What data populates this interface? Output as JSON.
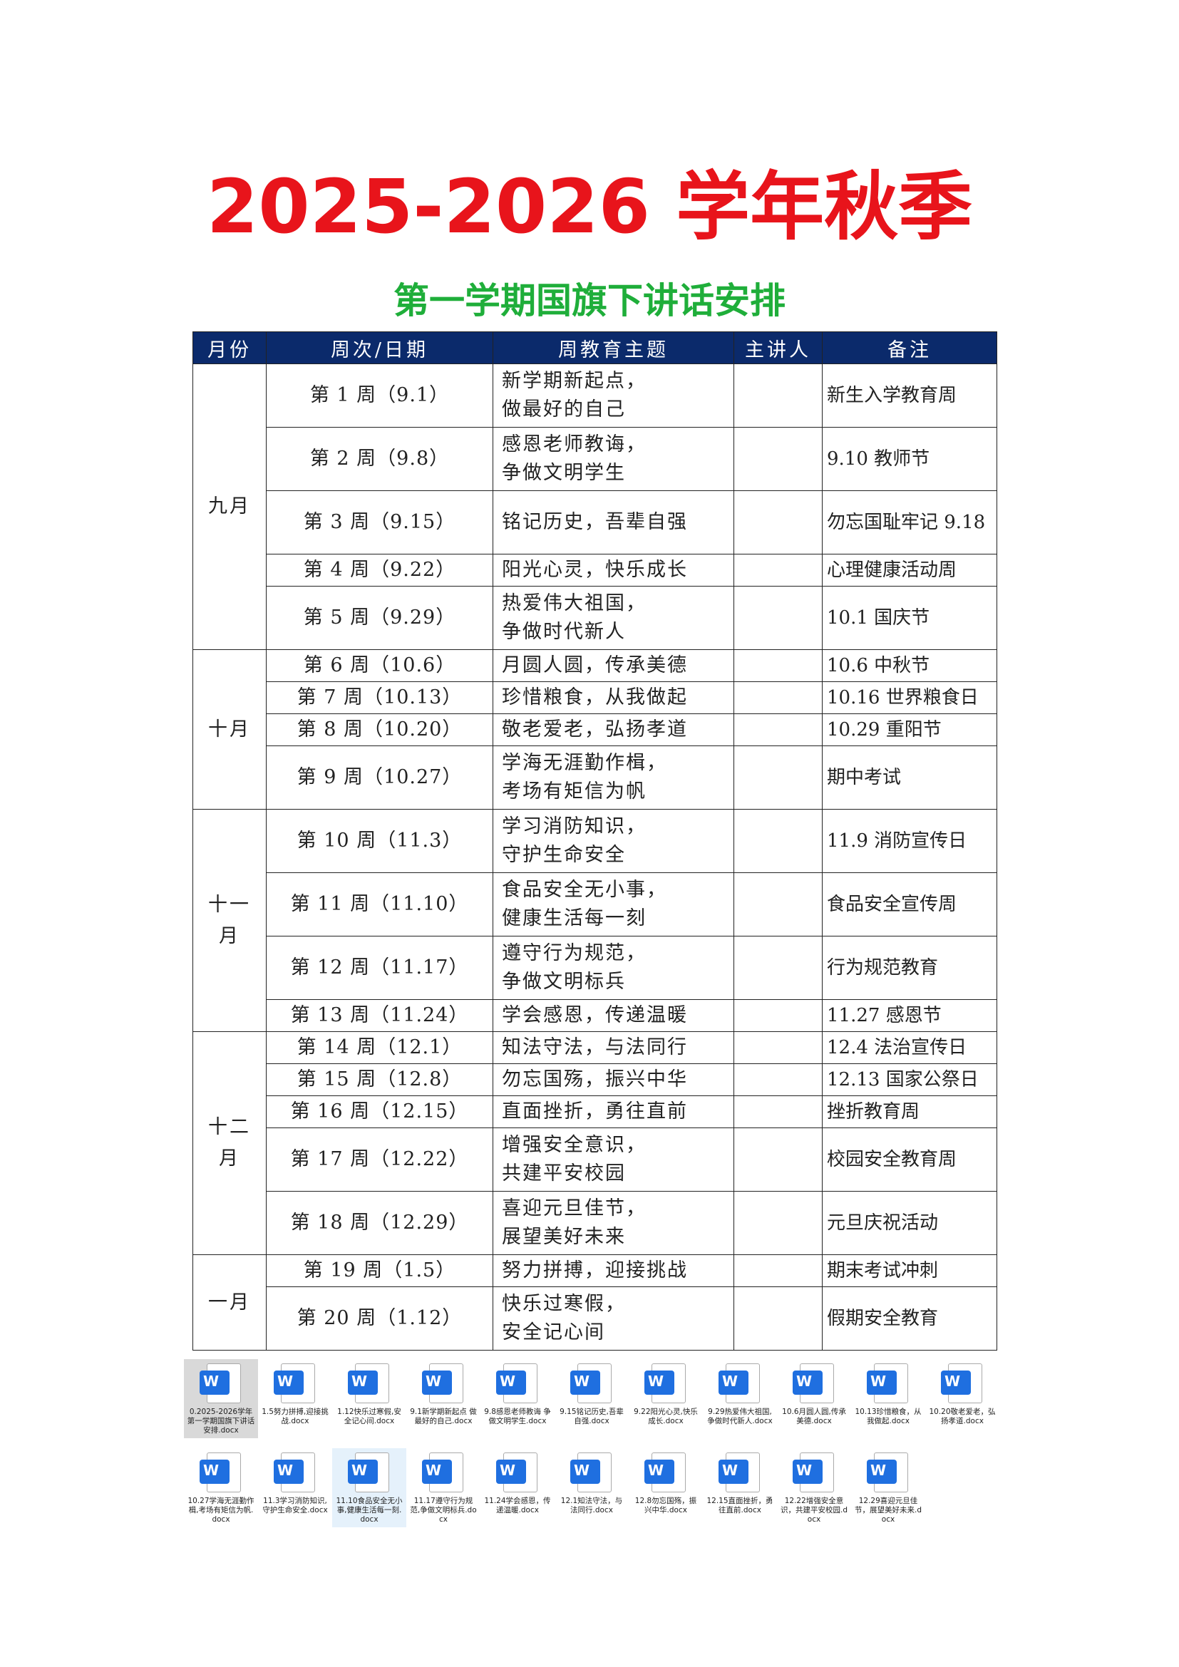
{
  "title": "2025-2026 学年秋季",
  "subtitle": "第一学期国旗下讲话安排",
  "colors": {
    "title": "#e8141b",
    "subtitle": "#1fae3a",
    "header_bg": "#0b2a6b",
    "word_icon": "#1f6fe0"
  },
  "table": {
    "headers": [
      "月份",
      "周次/日期",
      "周教育主题",
      "主讲人",
      "备注"
    ],
    "months": [
      "九月",
      "十月",
      "十一月",
      "十二月",
      "一月"
    ],
    "rows": [
      {
        "week": "第 1 周（9.1）",
        "theme": [
          "新学期新起点，",
          "做最好的自己"
        ],
        "speaker": "",
        "note": "新生入学教育周"
      },
      {
        "week": "第 2 周（9.8）",
        "theme": [
          "感恩老师教诲，",
          "争做文明学生"
        ],
        "speaker": "",
        "note": "9.10 教师节"
      },
      {
        "week": "第 3 周（9.15）",
        "theme": [
          "铭记历史，吾辈自强"
        ],
        "speaker": "",
        "note": "勿忘国耻牢记 9.18"
      },
      {
        "week": "第 4 周（9.22）",
        "theme": [
          "阳光心灵，快乐成长"
        ],
        "speaker": "",
        "note": "心理健康活动周"
      },
      {
        "week": "第 5 周（9.29）",
        "theme": [
          "热爱伟大祖国，",
          "争做时代新人"
        ],
        "speaker": "",
        "note": "10.1 国庆节"
      },
      {
        "week": "第 6 周（10.6）",
        "theme": [
          "月圆人圆，传承美德"
        ],
        "speaker": "",
        "note": "10.6 中秋节"
      },
      {
        "week": "第 7 周（10.13）",
        "theme": [
          "珍惜粮食，从我做起"
        ],
        "speaker": "",
        "note": "10.16 世界粮食日"
      },
      {
        "week": "第 8 周（10.20）",
        "theme": [
          "敬老爱老，弘扬孝道"
        ],
        "speaker": "",
        "note": "10.29 重阳节"
      },
      {
        "week": "第 9 周（10.27）",
        "theme": [
          "学海无涯勤作楫，",
          "考场有矩信为帆"
        ],
        "speaker": "",
        "note": "期中考试"
      },
      {
        "week": "第 10 周（11.3）",
        "theme": [
          "学习消防知识，",
          "守护生命安全"
        ],
        "speaker": "",
        "note": "11.9 消防宣传日"
      },
      {
        "week": "第 11 周（11.10）",
        "theme": [
          "食品安全无小事，",
          "健康生活每一刻"
        ],
        "speaker": "",
        "note": "食品安全宣传周"
      },
      {
        "week": "第 12 周（11.17）",
        "theme": [
          "遵守行为规范，",
          "争做文明标兵"
        ],
        "speaker": "",
        "note": "行为规范教育"
      },
      {
        "week": "第 13 周（11.24）",
        "theme": [
          "学会感恩，传递温暖"
        ],
        "speaker": "",
        "note": "11.27 感恩节"
      },
      {
        "week": "第 14 周（12.1）",
        "theme": [
          "知法守法，与法同行"
        ],
        "speaker": "",
        "note": "12.4 法治宣传日"
      },
      {
        "week": "第 15 周（12.8）",
        "theme": [
          "勿忘国殇，振兴中华"
        ],
        "speaker": "",
        "note": "12.13 国家公祭日"
      },
      {
        "week": "第 16 周（12.15）",
        "theme": [
          "直面挫折，勇往直前"
        ],
        "speaker": "",
        "note": "挫折教育周"
      },
      {
        "week": "第 17 周（12.22）",
        "theme": [
          "增强安全意识，",
          "共建平安校园"
        ],
        "speaker": "",
        "note": "校园安全教育周"
      },
      {
        "week": "第 18 周（12.29）",
        "theme": [
          "喜迎元旦佳节，",
          "展望美好未来"
        ],
        "speaker": "",
        "note": "元旦庆祝活动"
      },
      {
        "week": "第 19 周（1.5）",
        "theme": [
          "努力拼搏，迎接挑战"
        ],
        "speaker": "",
        "note": "期末考试冲刺"
      },
      {
        "week": "第 20 周（1.12）",
        "theme": [
          "快乐过寒假，",
          "安全记心间"
        ],
        "speaker": "",
        "note": "假期安全教育"
      }
    ]
  },
  "files": {
    "icon": "word-doc-icon",
    "icon_letter": "W",
    "row1": [
      "0.2025-2026学年第一学期国旗下讲话安排.docx",
      "1.5努力拼搏,迎接挑战.docx",
      "1.12快乐过寒假,安全记心间.docx",
      "9.1新学期新起点 做最好的自己.docx",
      "9.8感恩老师教诲 争做文明学生.docx",
      "9.15铭记历史,吾辈自强.docx",
      "9.22阳光心灵,快乐成长.docx",
      "9.29热爱伟大祖国,争做时代新人.docx",
      "10.6月圆人圆,传承美德.docx",
      "10.13珍惜粮食，从我做起.docx",
      "10.20敬老爱老，弘扬孝道.docx"
    ],
    "row2": [
      "10.27学海无涯勤作楫,考场有矩信为帆.docx",
      "11.3学习消防知识,守护生命安全.docx",
      "11.10食品安全无小事,健康生活每一刻.docx",
      "11.17遵守行为规范,争做文明标兵.docx",
      "11.24学会感恩，传递温暖.docx",
      "12.1知法守法，与法同行.docx",
      "12.8勿忘国殇，振兴中华.docx",
      "12.15直面挫折，勇往直前.docx",
      "12.22增强安全意识，共建平安校园.docx",
      "12.29喜迎元旦佳节，展望美好未来.docx"
    ]
  }
}
